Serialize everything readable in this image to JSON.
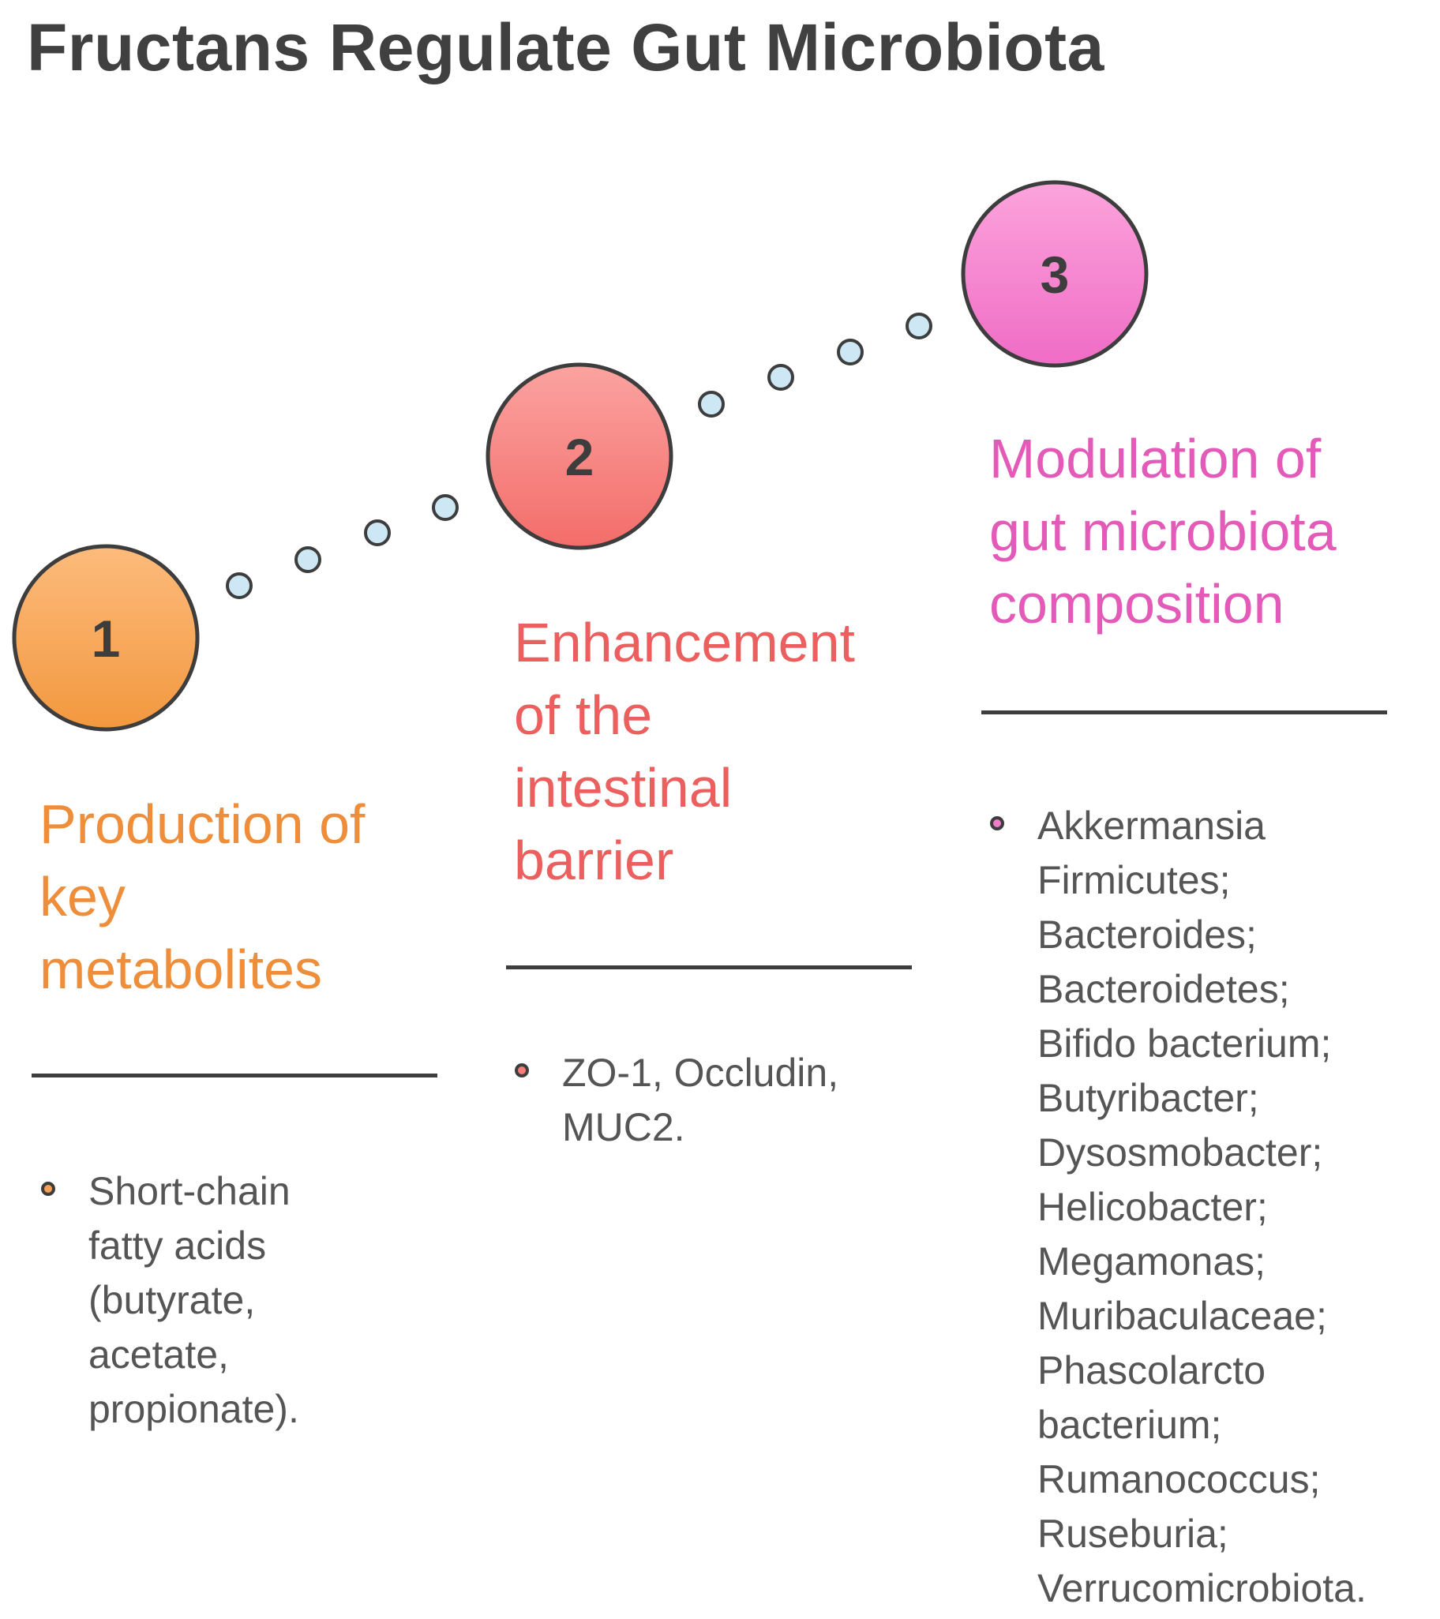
{
  "title": "Fructans Regulate Gut Microbiota",
  "steps": [
    {
      "number": "1",
      "color": "#ef8e3a",
      "circle_gradient": [
        "#fdbb7c",
        "#f2983f"
      ],
      "heading_lines": [
        "Production of",
        "key",
        "metabolites"
      ],
      "bullet_lines": [
        "Short-chain",
        "fatty acids",
        "(butyrate,",
        "acetate,",
        "propionate)."
      ]
    },
    {
      "number": "2",
      "color": "#ec5f5f",
      "circle_gradient": [
        "#fba3a0",
        "#f36d6a"
      ],
      "heading_lines": [
        "Enhancement",
        "of the",
        "intestinal",
        "barrier"
      ],
      "bullet_lines": [
        "ZO-1, Occludin,",
        "MUC2."
      ]
    },
    {
      "number": "3",
      "color": "#e35ab8",
      "circle_gradient": [
        "#fca4dc",
        "#ef6cc5"
      ],
      "heading_lines": [
        "Modulation of",
        "gut microbiota",
        "composition"
      ],
      "bullet_lines": [
        "Akkermansia",
        "Firmicutes;",
        "Bacteroides;",
        "Bacteroidetes;",
        "Bifido bacterium;",
        "Butyribacter;",
        "Dysosmobacter;",
        "Helicobacter;",
        "Megamonas;",
        "Muribaculaceae;",
        "Phascolarcto",
        "bacterium;",
        "Rumanococcus;",
        "Ruseburia;",
        "Verrucomicrobiota."
      ]
    }
  ],
  "connector_dot_color": "#cde8f4"
}
